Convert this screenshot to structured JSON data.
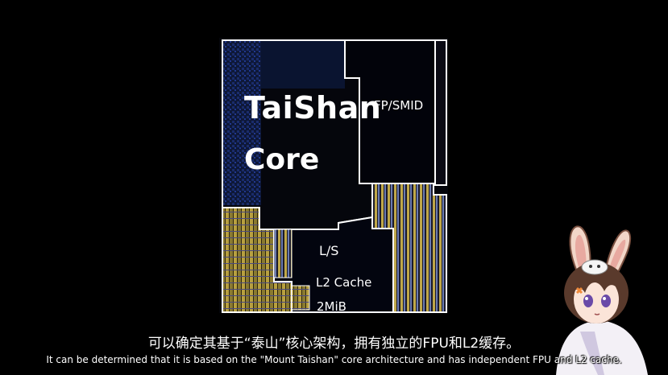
{
  "diagram": {
    "core_label_line1": "TaiShan",
    "core_label_line2": "Core",
    "fpu_label": "FP/SMID",
    "ls_label": "L/S",
    "l2_label_line1": "L2 Cache",
    "l2_label_line2": "2MiB"
  },
  "subtitles": {
    "chinese": "可以确定其基于“泰山”核心架构，拥有独立的FPU和L2缓存。",
    "english": "It can be determined that it is based on the \"Mount Taishan\" core architecture and has independent FPU and L2 cache."
  },
  "colors": {
    "background": "#000000",
    "outline": "#ffffff",
    "cache_gold": "#b8a040",
    "logic_blue": "#1a2c6a"
  },
  "avatar": {
    "icon": "vtuber-bunny-girl-avatar"
  }
}
